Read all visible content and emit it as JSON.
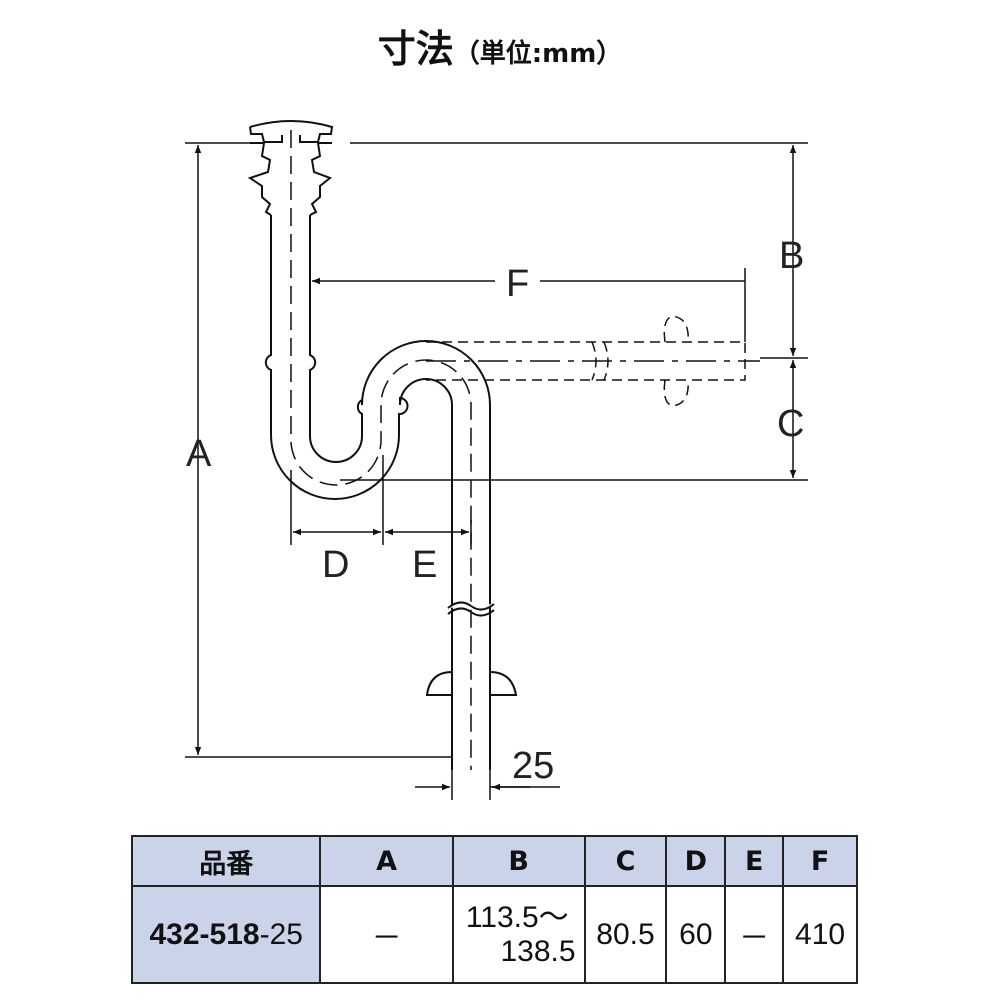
{
  "title": {
    "main": "寸法",
    "unit": "（単位:mm）"
  },
  "dimension_labels": {
    "A": "A",
    "B": "B",
    "C": "C",
    "D": "D",
    "E": "E",
    "F": "F",
    "pipe": "25"
  },
  "table": {
    "headers": [
      "品番",
      "A",
      "B",
      "C",
      "D",
      "E",
      "F"
    ],
    "row": {
      "part_bold": "432-518",
      "part_suffix": "-25",
      "A": "－",
      "B_line1": "113.5～",
      "B_line2": "138.5",
      "C": "80.5",
      "D": "60",
      "E": "－",
      "F": "410"
    }
  },
  "colors": {
    "header_bg": "#cbd3ea",
    "line": "#111111"
  }
}
